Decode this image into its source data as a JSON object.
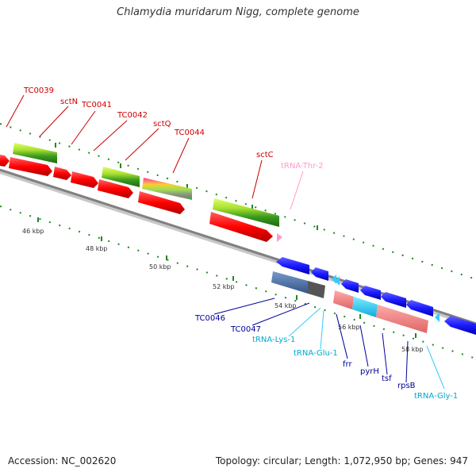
{
  "title": "Chlamydia muridarum Nigg, complete genome",
  "footer": {
    "accession": "Accession: NC_002620",
    "stats": "Topology: circular; Length: 1,072,950 bp; Genes: 947"
  },
  "colors": {
    "forward_cds": "#ff0000",
    "other_cds": "#80e020",
    "reverse_cds": "#1a1aff",
    "trna": "#33ccff",
    "trna_pink": "#ff99cc",
    "label_red": "#cc0000",
    "label_blue": "#000099",
    "label_cyan": "#00aacc",
    "label_pink": "#ff99cc",
    "ticks": "#228822",
    "backbone": "#808080"
  },
  "kbp_labels": [
    "46 kbp",
    "48 kbp",
    "50 kbp",
    "52 kbp",
    "54 kbp",
    "56 kbp",
    "58 kbp"
  ],
  "gene_labels": {
    "TC0039": "TC0039",
    "sctN": "sctN",
    "TC0041": "TC0041",
    "TC0042": "TC0042",
    "sctQ": "sctQ",
    "TC0044": "TC0044",
    "sctC": "sctC",
    "tRNA_Thr_2": "tRNA-Thr-2",
    "TC0046": "TC0046",
    "TC0047": "TC0047",
    "tRNA_Lys_1": "tRNA-Lys-1",
    "tRNA_Glu_1": "tRNA-Glu-1",
    "frr": "frr",
    "pyrH": "pyrH",
    "tsf": "tsf",
    "rpsB": "rpsB",
    "tRNA_Gly_1": "tRNA-Gly-1"
  }
}
